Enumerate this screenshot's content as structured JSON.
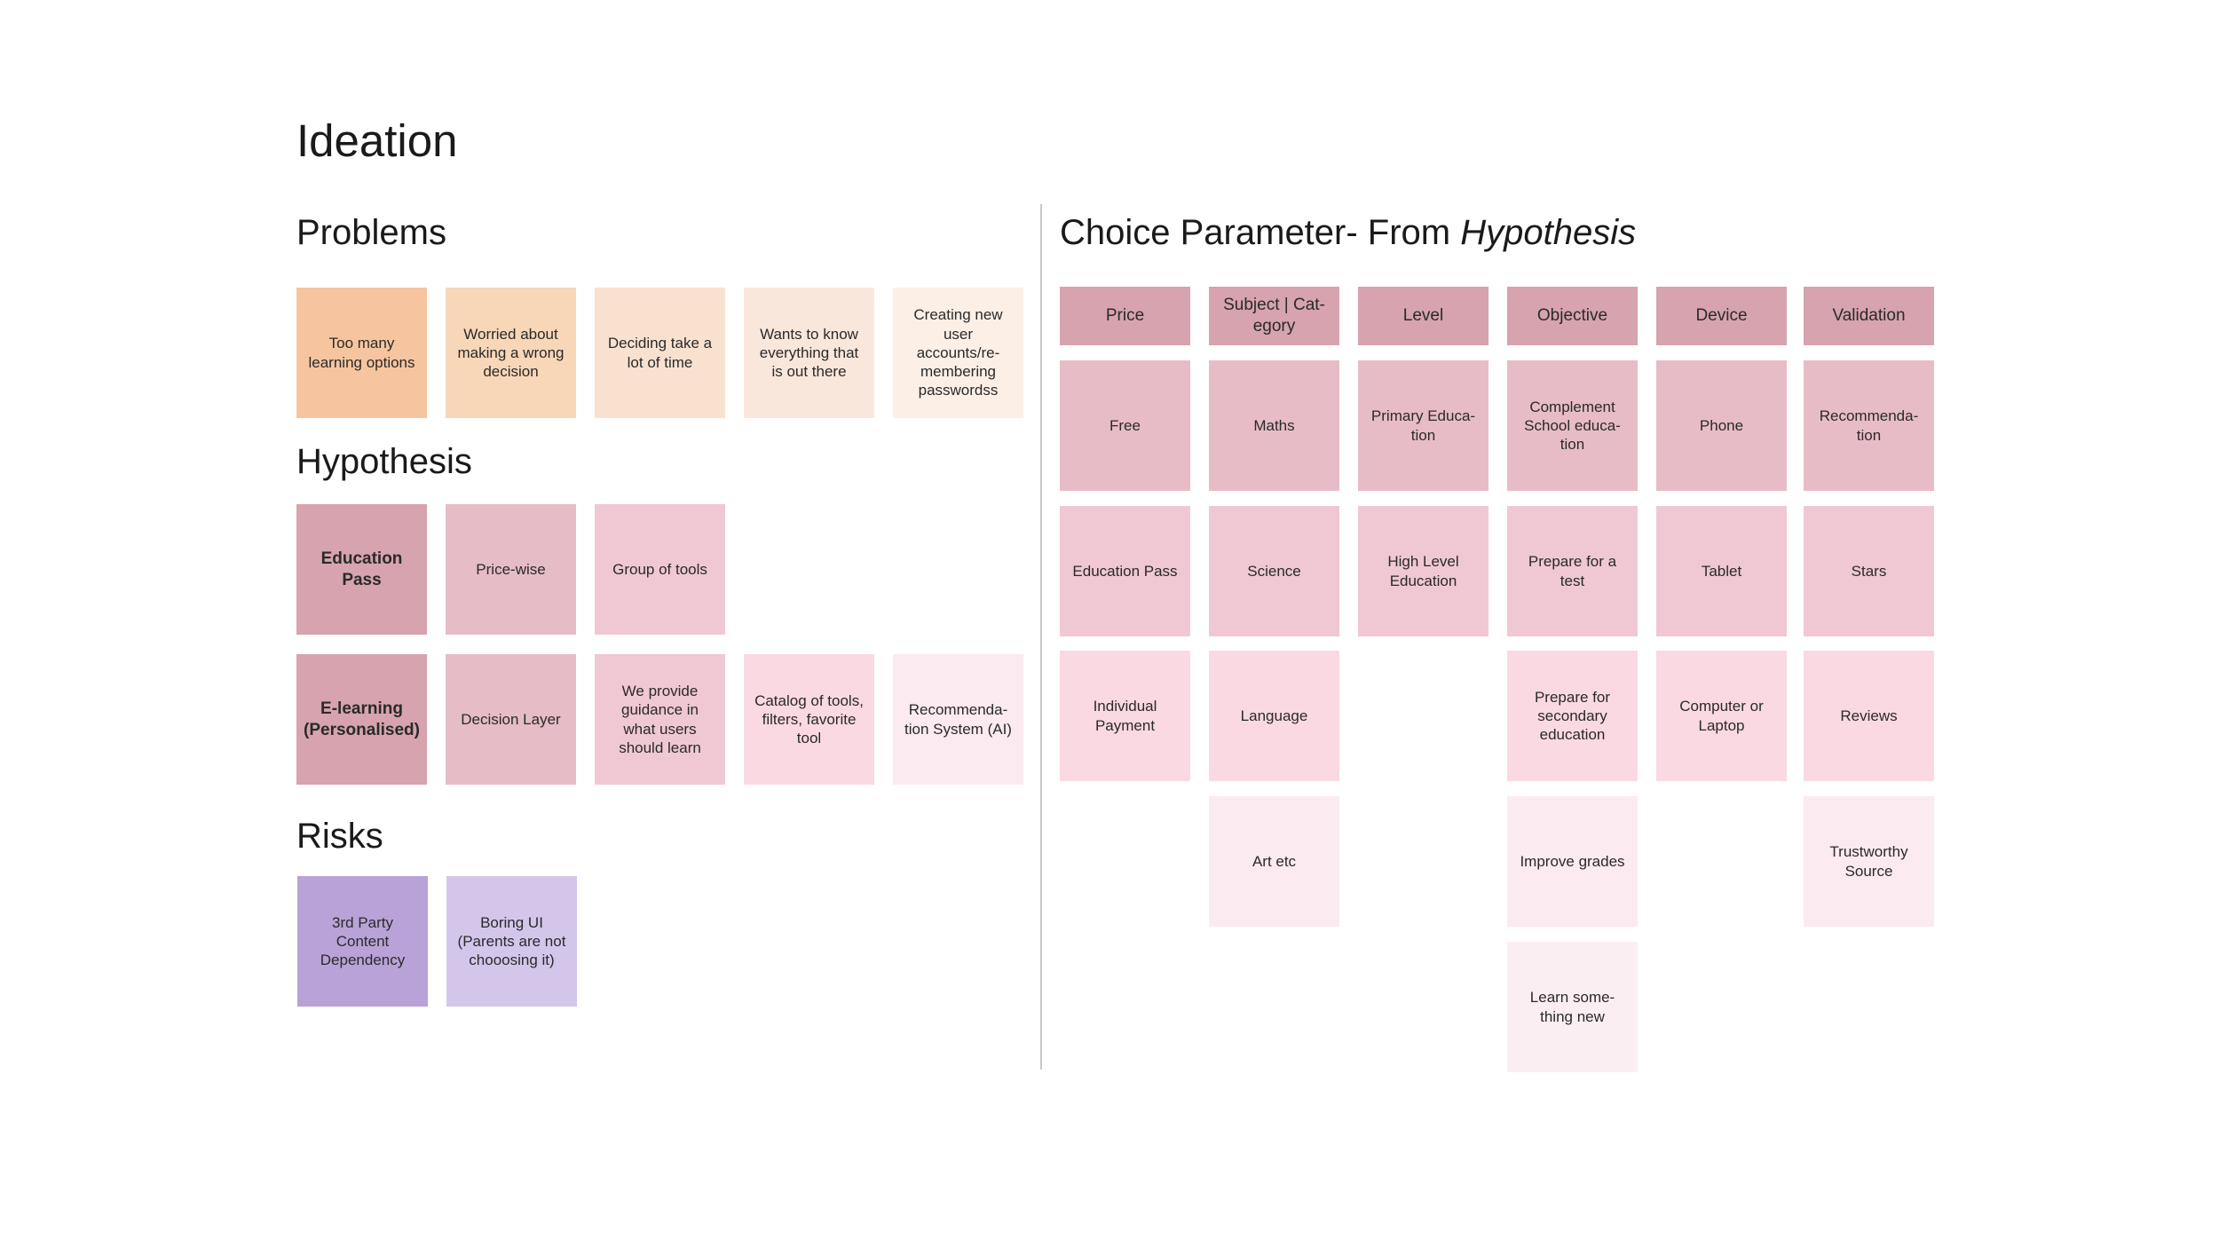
{
  "title": "Ideation",
  "problems": {
    "heading": "Problems",
    "notes": [
      {
        "text": "Too many learning options",
        "color": "#f6c59f"
      },
      {
        "text": "Worried about making a wrong decision",
        "color": "#f8d6b8"
      },
      {
        "text": "Deciding take a lot of time",
        "color": "#f9e1d0"
      },
      {
        "text": "Wants to know everything that is out there",
        "color": "#fae7dc"
      },
      {
        "text": "Creating new user accounts/re-membering passwordss",
        "color": "#fcefe6"
      }
    ]
  },
  "hypothesis": {
    "heading": "Hypothesis",
    "row1": [
      {
        "text": "Education Pass",
        "color": "#d6a3ae"
      },
      {
        "text": "Price-wise",
        "color": "#e6bcc7"
      },
      {
        "text": "Group of tools",
        "color": "#f0c8d3"
      }
    ],
    "row2": [
      {
        "text": "E-learning (Personalised)",
        "color": "#d6a3ae"
      },
      {
        "text": "Decision Layer",
        "color": "#e6bcc7"
      },
      {
        "text": "We provide guidance in what users should learn",
        "color": "#f0c8d3"
      },
      {
        "text": "Catalog of tools, filters, favorite tool",
        "color": "#fad9e2"
      },
      {
        "text": "Recommenda-tion System (AI)",
        "color": "#fbeaef"
      }
    ]
  },
  "risks": {
    "heading": "Risks",
    "notes": [
      {
        "text": "3rd Party Content Dependency",
        "color": "#b9a2d8"
      },
      {
        "text": "Boring UI (Parents are not chooosing it)",
        "color": "#d4c6eb"
      }
    ]
  },
  "choice": {
    "heading_prefix": "Choice Parameter- From ",
    "heading_italic": "Hypothesis",
    "header_color": "#d6a3ae",
    "level_colors": [
      "#e8bcc6",
      "#f0c8d3",
      "#fad9e2",
      "#fbeaef",
      "#fbeef2"
    ],
    "columns": [
      {
        "header": "Price",
        "items": [
          "Free",
          "Education Pass",
          "Individual Payment"
        ]
      },
      {
        "header": "Subject | Cat-egory",
        "items": [
          "Maths",
          "Science",
          "Language",
          "Art etc"
        ]
      },
      {
        "header": "Level",
        "items": [
          "Primary Educa-tion",
          "High Level Education"
        ]
      },
      {
        "header": "Objective",
        "items": [
          "Complement School educa-tion",
          "Prepare for a test",
          "Prepare for secondary education",
          "Improve grades",
          "Learn some-thing new"
        ]
      },
      {
        "header": "Device",
        "items": [
          "Phone",
          "Tablet",
          "Computer or Laptop"
        ]
      },
      {
        "header": "Validation",
        "items": [
          "Recommenda-tion",
          "Stars",
          "Reviews",
          "Trustworthy Source"
        ]
      }
    ]
  }
}
